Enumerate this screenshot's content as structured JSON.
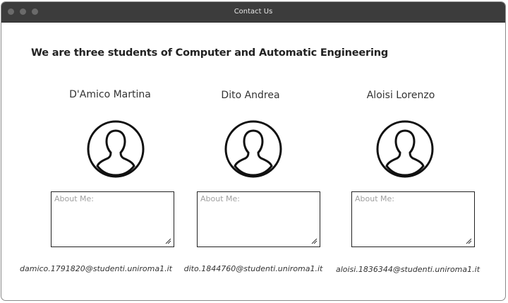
{
  "window": {
    "title": "Contact Us"
  },
  "main": {
    "heading": "We are three students of Computer and Automatic Engineering"
  },
  "people": [
    {
      "name": "D'Amico Martina",
      "about_placeholder": "About Me:",
      "email": "damico.1791820@studenti.uniroma1.it"
    },
    {
      "name": "Dito Andrea",
      "about_placeholder": "About Me:",
      "email": "dito.1844760@studenti.uniroma1.it"
    },
    {
      "name": "Aloisi Lorenzo",
      "about_placeholder": "About Me:",
      "email": "aloisi.1836344@studenti.uniroma1.it"
    }
  ],
  "icons": {
    "window_control": "circle-dot-icon",
    "avatar": "person-silhouette-icon",
    "resize": "resize-grip-icon"
  },
  "colors": {
    "titlebar": "#3c3c3c",
    "text": "#222222",
    "placeholder": "#a0a0a0"
  }
}
